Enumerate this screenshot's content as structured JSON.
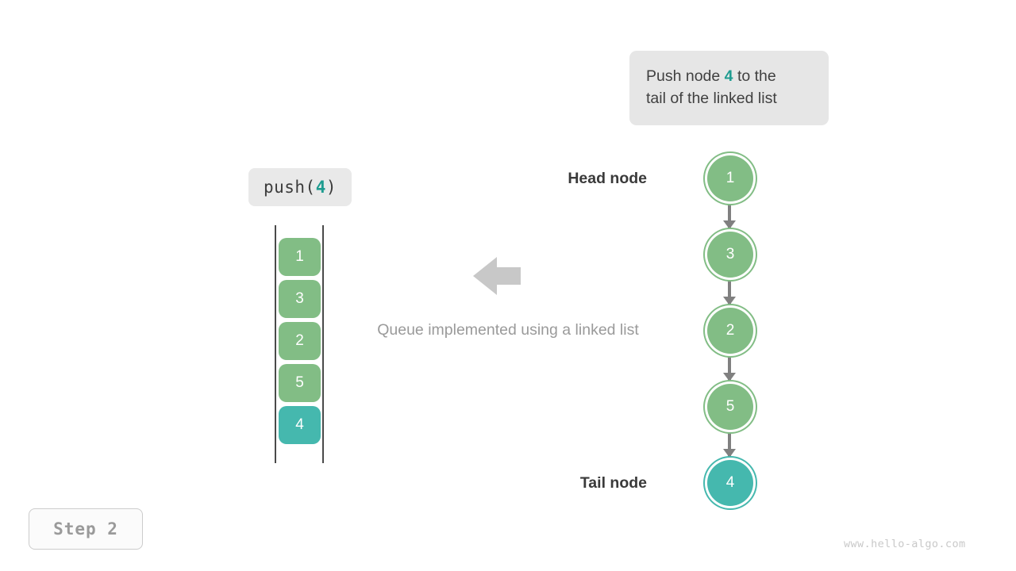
{
  "callout": {
    "line1_prefix": "Push node ",
    "line1_highlight": "4",
    "line1_suffix": " to the",
    "line2": "tail of the linked list"
  },
  "operation": {
    "prefix": "push(",
    "argument": "4",
    "suffix": ")"
  },
  "queue": {
    "cells": [
      {
        "value": "1",
        "color": "green"
      },
      {
        "value": "3",
        "color": "green"
      },
      {
        "value": "2",
        "color": "green"
      },
      {
        "value": "5",
        "color": "green"
      },
      {
        "value": "4",
        "color": "teal"
      }
    ]
  },
  "caption": "Queue implemented using a linked list",
  "linked_list": {
    "head_label": "Head node",
    "tail_label": "Tail node",
    "nodes": [
      {
        "value": "1",
        "color": "green"
      },
      {
        "value": "3",
        "color": "green"
      },
      {
        "value": "2",
        "color": "green"
      },
      {
        "value": "5",
        "color": "green"
      },
      {
        "value": "4",
        "color": "teal"
      }
    ]
  },
  "step": {
    "label": "Step 2"
  },
  "watermark": "www.hello-algo.com",
  "colors": {
    "green": "#82bd85",
    "teal": "#45b8ae",
    "highlight_teal": "#1f9c90",
    "connector_gray": "#808080",
    "callout_bg": "#e6e6e6",
    "caption_gray": "#9a9a9a"
  }
}
